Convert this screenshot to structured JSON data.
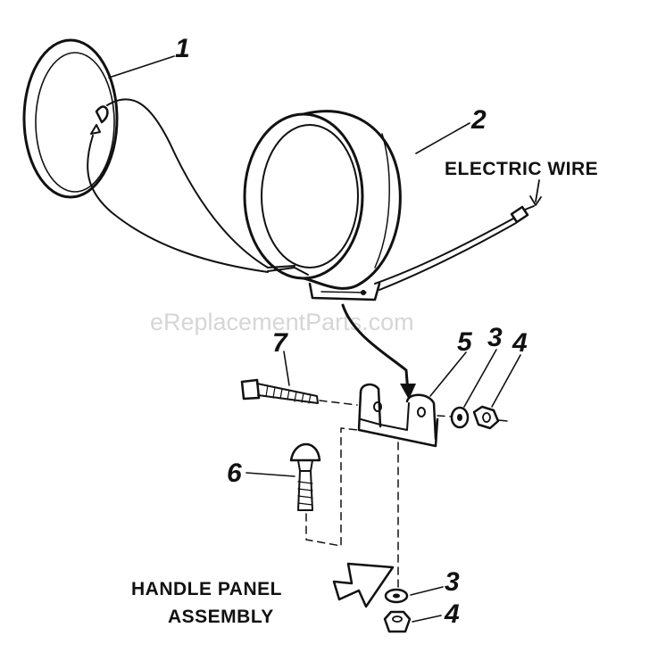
{
  "diagram": {
    "callouts": {
      "part_1": "1",
      "part_2": "2",
      "part_3_upper": "3",
      "part_4_upper": "4",
      "part_5": "5",
      "part_6": "6",
      "part_7": "7",
      "part_3_lower": "3",
      "part_4_lower": "4"
    },
    "labels": {
      "electric_wire": "ELECTRIC WIRE",
      "handle_panel_line1": "HANDLE PANEL",
      "handle_panel_line2": "ASSEMBLY"
    },
    "watermark": "eReplacementParts.com"
  }
}
